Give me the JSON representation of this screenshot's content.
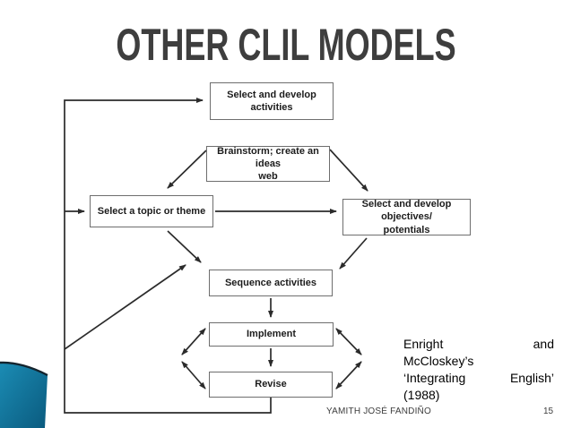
{
  "slide": {
    "title": "OTHER CLIL MODELS",
    "footer_author": "YAMITH JOSÉ FANDIÑO",
    "page_number": "15"
  },
  "diagram": {
    "boxes": [
      {
        "id": "select-develop-activities",
        "lines": [
          "Select and develop activities"
        ]
      },
      {
        "id": "brainstorm-ideas-web",
        "lines": [
          "Brainstorm; create an ideas",
          "web"
        ]
      },
      {
        "id": "select-topic-theme",
        "lines": [
          "Select a topic or theme"
        ]
      },
      {
        "id": "select-develop-objectives",
        "lines": [
          "Select and develop objectives/",
          "potentials"
        ]
      },
      {
        "id": "sequence-activities",
        "lines": [
          "Sequence activities"
        ]
      },
      {
        "id": "implement",
        "lines": [
          "Implement"
        ]
      },
      {
        "id": "revise",
        "lines": [
          "Revise"
        ]
      }
    ],
    "edges": [
      {
        "from": "feedback-loop",
        "to": "select-develop-activities",
        "type": "arrow"
      },
      {
        "from": "feedback-loop",
        "to": "select-topic-theme",
        "type": "arrow"
      },
      {
        "from": "brainstorm-ideas-web",
        "to": "select-topic-theme",
        "type": "arrow"
      },
      {
        "from": "brainstorm-ideas-web",
        "to": "select-develop-objectives",
        "type": "arrow"
      },
      {
        "from": "select-topic-theme",
        "to": "select-develop-objectives",
        "type": "arrow"
      },
      {
        "from": "select-topic-theme",
        "to": "sequence-activities",
        "type": "arrow"
      },
      {
        "from": "select-develop-objectives",
        "to": "sequence-activities",
        "type": "arrow"
      },
      {
        "from": "feedback-loop",
        "to": "sequence-activities",
        "type": "arrow"
      },
      {
        "from": "sequence-activities",
        "to": "implement",
        "type": "arrow"
      },
      {
        "from": "implement",
        "to": "revise",
        "type": "arrow"
      },
      {
        "from": "implement",
        "to": "revise",
        "type": "double-arrow",
        "side": "left"
      },
      {
        "from": "implement",
        "to": "revise",
        "type": "double-arrow",
        "side": "right"
      },
      {
        "from": "revise",
        "to": "feedback-loop",
        "type": "line"
      }
    ]
  },
  "citation": {
    "lines": [
      "Enright and",
      "McCloskey’s",
      "‘Integrating English’",
      "(1988)"
    ]
  },
  "colors": {
    "accent_teal": "#1b8cb4",
    "accent_teal_dark": "#0a5a7e",
    "accent_edge": "#14242e",
    "title_gray": "#3e3e3e",
    "line_color": "#2b2b2b",
    "box_border": "#6e6e6e"
  }
}
